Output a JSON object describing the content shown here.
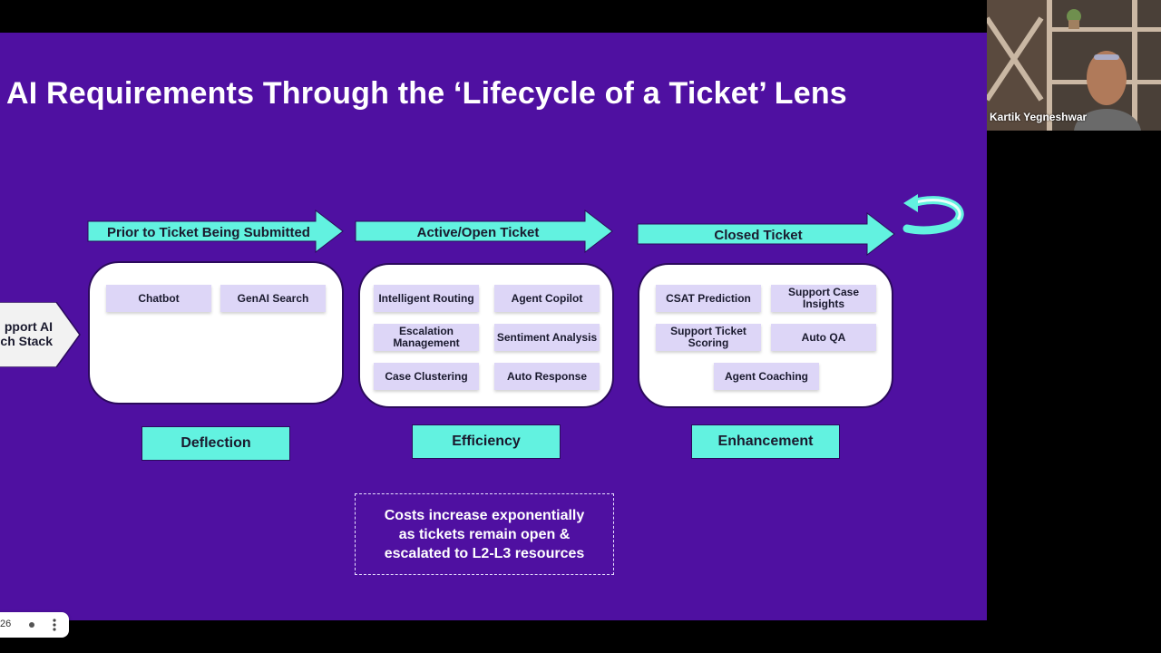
{
  "slide": {
    "title": "AI Requirements Through the ‘Lifecycle of a Ticket’ Lens",
    "stack_label_line1": "pport AI",
    "stack_label_line2": "ch Stack",
    "stages": [
      {
        "arrow_label": "Prior to Ticket Being Submitted",
        "chips": [
          "Chatbot",
          "GenAI Search"
        ],
        "badge": "Deflection"
      },
      {
        "arrow_label": "Active/Open Ticket",
        "chips": [
          "Intelligent Routing",
          "Agent Copilot",
          "Escalation Management",
          "Sentiment Analysis",
          "Case Clustering",
          "Auto Response"
        ],
        "badge": "Efficiency"
      },
      {
        "arrow_label": "Closed Ticket",
        "chips": [
          "CSAT Prediction",
          "Support Case Insights",
          "Support Ticket Scoring",
          "Auto QA",
          "Agent Coaching"
        ],
        "badge": "Enhancement"
      }
    ],
    "note_lines": [
      "Costs increase exponentially",
      "as tickets remain open &",
      "escalated to L2-L3 resources"
    ],
    "colors": {
      "background": "#4f10a1",
      "accent": "#62f2e0",
      "chip": "#ddd6f7"
    }
  },
  "video": {
    "participant_name": "Kartik Yegneshwar"
  },
  "toolbar": {
    "page_indicator": "26"
  }
}
